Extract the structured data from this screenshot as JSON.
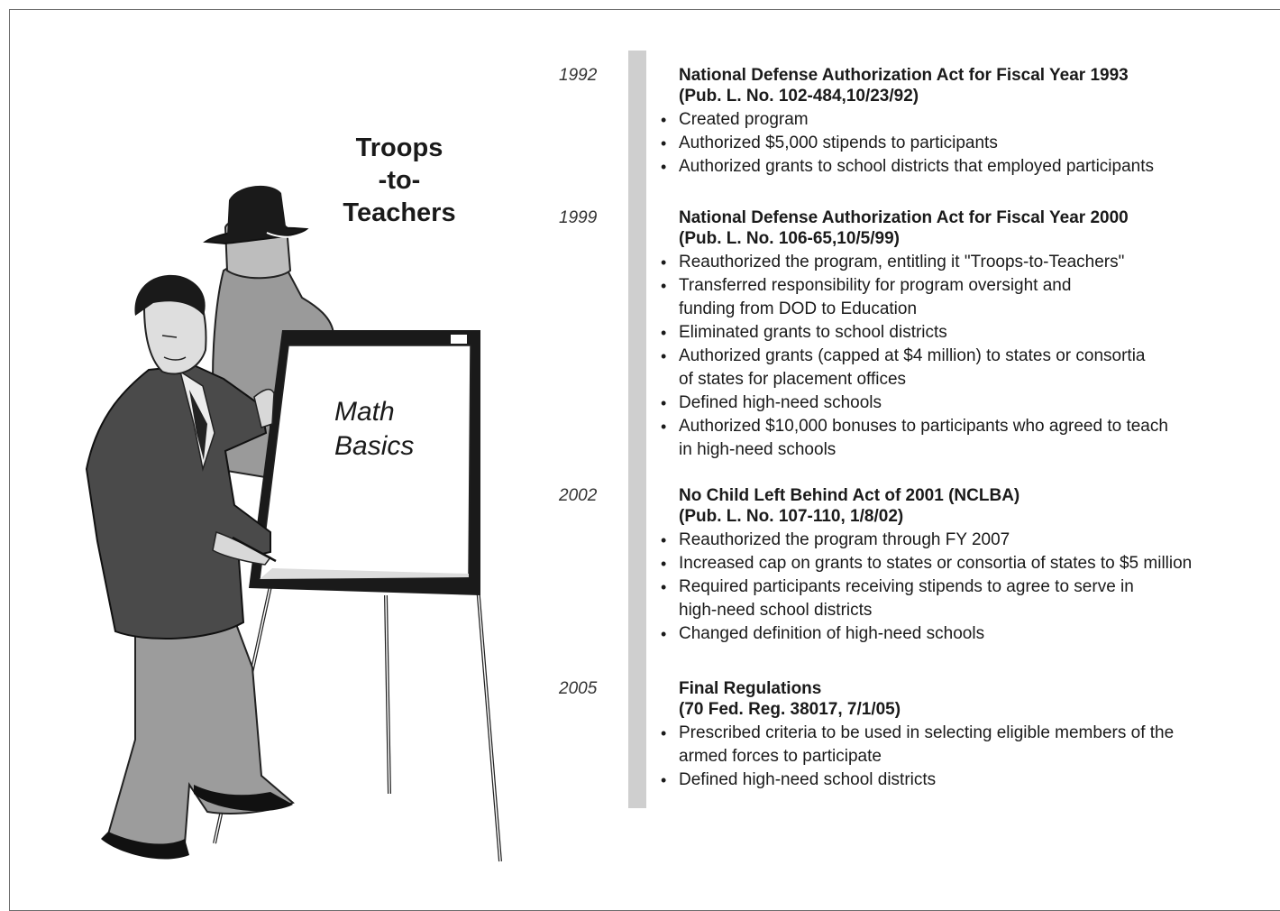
{
  "illustration": {
    "title_lines": [
      "Troops",
      "-to-",
      "Teachers"
    ],
    "board_lines": [
      "Math",
      "Basics"
    ]
  },
  "timeline": [
    {
      "year": "1992",
      "heading": [
        "National Defense Authorization Act for Fiscal Year 1993",
        "(Pub. L. No. 102-484,10/23/92)"
      ],
      "bullets": [
        [
          "Created program"
        ],
        [
          "Authorized $5,000 stipends to participants"
        ],
        [
          "Authorized grants to school districts that employed participants"
        ]
      ]
    },
    {
      "year": "1999",
      "heading": [
        "National Defense Authorization Act for Fiscal Year 2000",
        "(Pub. L. No. 106-65,10/5/99)"
      ],
      "bullets": [
        [
          "Reauthorized the program, entitling it \"Troops-to-Teachers\""
        ],
        [
          "Transferred responsibility for program oversight and",
          "funding from DOD to Education"
        ],
        [
          "Eliminated grants to school districts"
        ],
        [
          "Authorized grants (capped at $4 million) to states or consortia",
          "of states for placement offices"
        ],
        [
          "Defined high-need schools"
        ],
        [
          "Authorized $10,000 bonuses to participants who agreed to teach",
          "in high-need schools"
        ]
      ]
    },
    {
      "year": "2002",
      "heading": [
        "No Child Left Behind Act of 2001 (NCLBA)",
        "(Pub. L. No. 107-110, 1/8/02)"
      ],
      "bullets": [
        [
          "Reauthorized the program through FY 2007"
        ],
        [
          "Increased cap on grants to states or consortia of states to $5 million"
        ],
        [
          "Required participants receiving stipends to agree to serve in",
          "high-need school districts"
        ],
        [
          "Changed definition of high-need schools"
        ]
      ]
    },
    {
      "year": "2005",
      "heading": [
        "Final Regulations",
        "(70 Fed. Reg. 38017, 7/1/05)"
      ],
      "bullets": [
        [
          "Prescribed criteria to be used in selecting eligible members of the",
          "armed forces to participate"
        ],
        [
          "Defined high-need school districts"
        ]
      ]
    }
  ]
}
